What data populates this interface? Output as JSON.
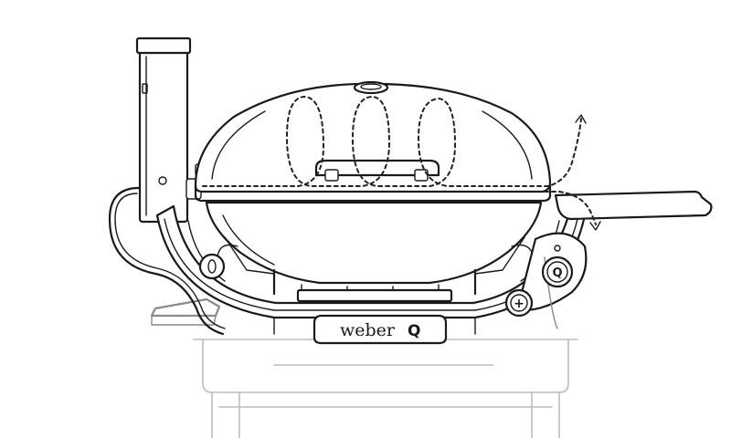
{
  "diagram": {
    "brand_label": "weber",
    "brand_mark": "Q",
    "knob_mark": "Q",
    "ignition_mark": "+",
    "components": [
      {
        "name": "thermometer-probe-unit",
        "icon": "thermometer-icon"
      },
      {
        "name": "grill-lid",
        "icon": "dome-lid-icon"
      },
      {
        "name": "lid-handle",
        "icon": "handle-icon"
      },
      {
        "name": "lid-thermometer",
        "icon": "gauge-icon"
      },
      {
        "name": "side-table",
        "icon": "tray-icon"
      },
      {
        "name": "control-knob",
        "icon": "knob-icon"
      },
      {
        "name": "ignition-button",
        "icon": "plus-icon"
      },
      {
        "name": "cart-stand",
        "icon": "stand-icon"
      }
    ],
    "airflow": "convection-loops"
  },
  "colors": {
    "line": "#1a1a1a",
    "faint": "#bdbdbd",
    "background": "#ffffff"
  }
}
